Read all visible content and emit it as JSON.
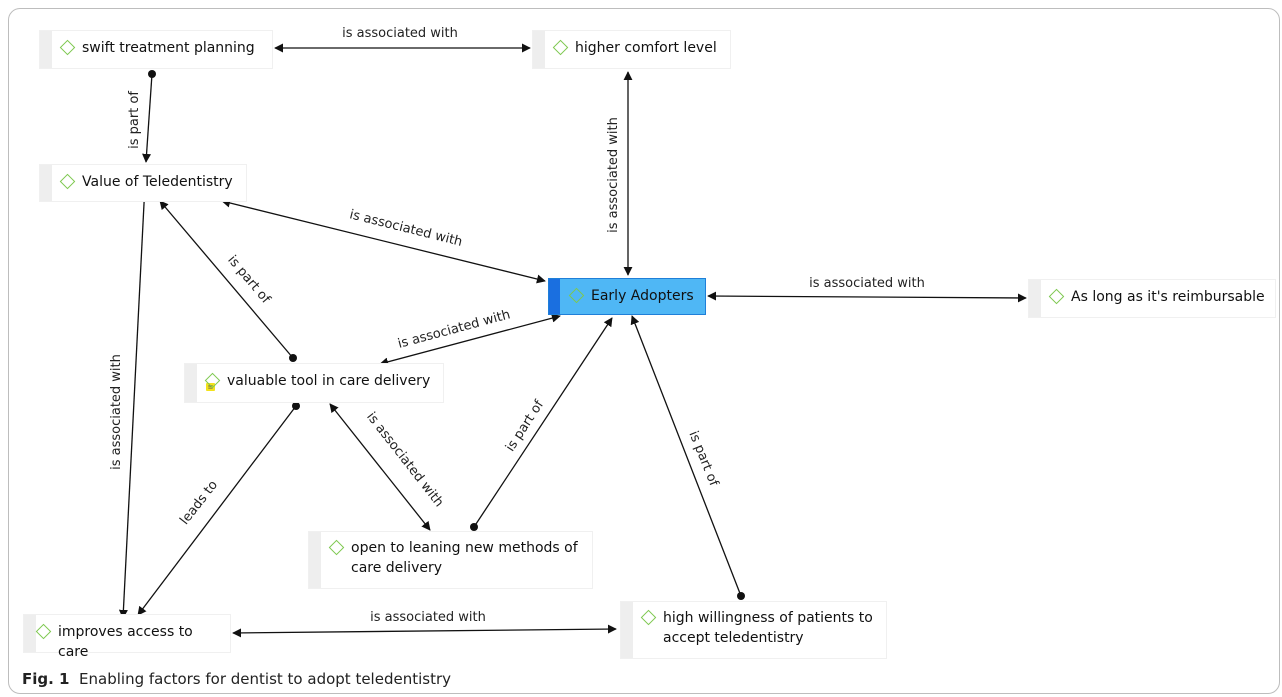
{
  "nodes": {
    "swift": {
      "label": "swift treatment planning"
    },
    "comfort": {
      "label": "higher comfort level"
    },
    "value": {
      "label": "Value of Teledentistry"
    },
    "early": {
      "label": "Early Adopters"
    },
    "reimb": {
      "label": "As long as it's reimbursable"
    },
    "tool": {
      "label": "valuable tool in care delivery"
    },
    "open": {
      "label": "open to leaning new methods of\ncare delivery"
    },
    "improves": {
      "label": "improves access to care"
    },
    "willing": {
      "label": "high willingness of patients to\naccept teledentistry"
    }
  },
  "edges": {
    "swift_comfort": "is associated with",
    "swift_value": "is part of",
    "comfort_early": "is associated with",
    "value_early": "is associated with",
    "early_reimb": "is associated with",
    "tool_value": "is part of",
    "tool_early": "is associated with",
    "value_improves": "is associated with",
    "tool_open": "is associated with",
    "tool_improves": "leads to",
    "open_early": "is part of",
    "willing_early": "is part of",
    "improves_willing": "is associated with"
  },
  "caption": {
    "label": "Fig. 1",
    "text": "Enabling factors for dentist to adopt teledentistry"
  },
  "colors": {
    "selected_fill": "#4fb7f5",
    "code_icon": "#7ec850"
  }
}
